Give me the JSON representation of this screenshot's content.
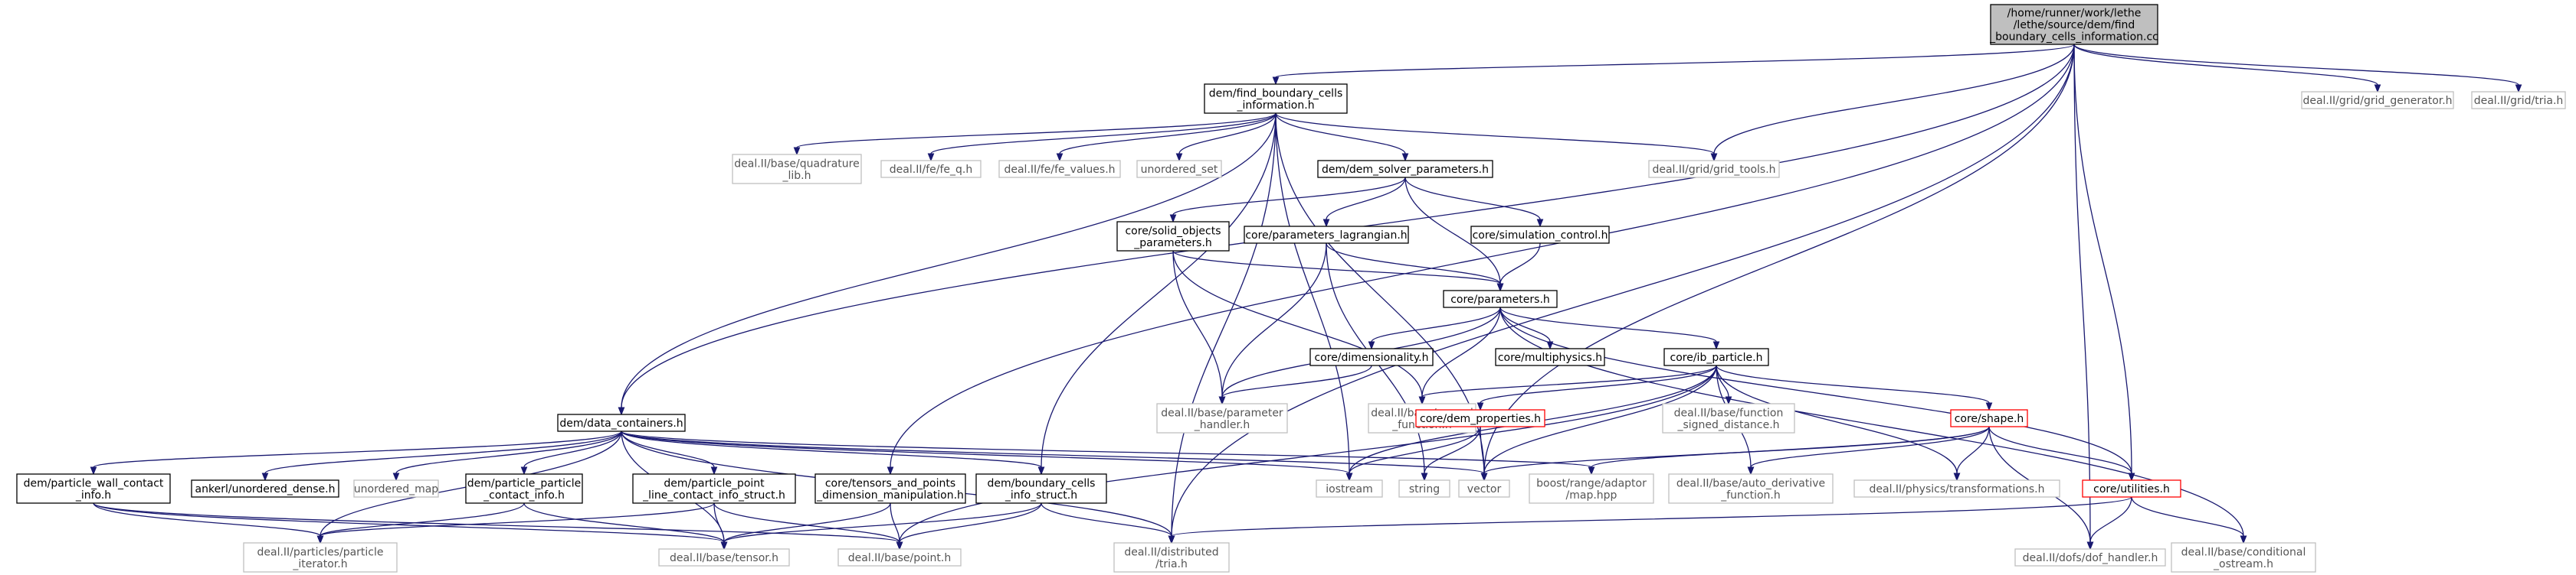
{
  "graph": {
    "root": "find_boundary_cells_information_cc",
    "nodes": [
      {
        "id": "find_boundary_cells_information_cc",
        "lines": [
          "/home/runner/work/lethe",
          "/lethe/source/dem/find",
          "_boundary_cells_information.cc"
        ],
        "kind": "root"
      },
      {
        "id": "dem_find_boundary_cells_information_h",
        "lines": [
          "dem/find_boundary_cells",
          "_information.h"
        ],
        "kind": "documented"
      },
      {
        "id": "deal_grid_grid_generator_h",
        "lines": [
          "deal.II/grid/grid_generator.h"
        ],
        "kind": "external"
      },
      {
        "id": "deal_grid_tria_h",
        "lines": [
          "deal.II/grid/tria.h"
        ],
        "kind": "external"
      },
      {
        "id": "deal_base_quadrature_lib_h",
        "lines": [
          "deal.II/base/quadrature",
          "_lib.h"
        ],
        "kind": "external"
      },
      {
        "id": "deal_fe_fe_q_h",
        "lines": [
          "deal.II/fe/fe_q.h"
        ],
        "kind": "external"
      },
      {
        "id": "deal_fe_fe_values_h",
        "lines": [
          "deal.II/fe/fe_values.h"
        ],
        "kind": "external"
      },
      {
        "id": "unordered_set",
        "lines": [
          "unordered_set"
        ],
        "kind": "external"
      },
      {
        "id": "dem_dem_solver_parameters_h",
        "lines": [
          "dem/dem_solver_parameters.h"
        ],
        "kind": "documented"
      },
      {
        "id": "deal_grid_grid_tools_h",
        "lines": [
          "deal.II/grid/grid_tools.h"
        ],
        "kind": "external"
      },
      {
        "id": "core_solid_objects_parameters_h",
        "lines": [
          "core/solid_objects",
          "_parameters.h"
        ],
        "kind": "documented"
      },
      {
        "id": "core_parameters_lagrangian_h",
        "lines": [
          "core/parameters_lagrangian.h"
        ],
        "kind": "documented"
      },
      {
        "id": "core_simulation_control_h",
        "lines": [
          "core/simulation_control.h"
        ],
        "kind": "documented"
      },
      {
        "id": "core_parameters_h",
        "lines": [
          "core/parameters.h"
        ],
        "kind": "documented"
      },
      {
        "id": "core_dimensionality_h",
        "lines": [
          "core/dimensionality.h"
        ],
        "kind": "documented"
      },
      {
        "id": "core_multiphysics_h",
        "lines": [
          "core/multiphysics.h"
        ],
        "kind": "documented"
      },
      {
        "id": "core_ib_particle_h",
        "lines": [
          "core/ib_particle.h"
        ],
        "kind": "documented"
      },
      {
        "id": "deal_base_parameter_handler_h",
        "lines": [
          "deal.II/base/parameter",
          "_handler.h"
        ],
        "kind": "external"
      },
      {
        "id": "deal_base_parsed_function_h",
        "lines": [
          "deal.II/base/parsed",
          "_function.h"
        ],
        "kind": "external"
      },
      {
        "id": "deal_base_function_signed_distance_h",
        "lines": [
          "deal.II/base/function",
          "_signed_distance.h"
        ],
        "kind": "external"
      },
      {
        "id": "core_dem_properties_h",
        "lines": [
          "core/dem_properties.h"
        ],
        "kind": "red"
      },
      {
        "id": "core_shape_h",
        "lines": [
          "core/shape.h"
        ],
        "kind": "red"
      },
      {
        "id": "dem_data_containers_h",
        "lines": [
          "dem/data_containers.h"
        ],
        "kind": "documented"
      },
      {
        "id": "dem_particle_wall_contact_info_h",
        "lines": [
          "dem/particle_wall_contact",
          "_info.h"
        ],
        "kind": "documented"
      },
      {
        "id": "ankerl_unordered_dense_h",
        "lines": [
          "ankerl/unordered_dense.h"
        ],
        "kind": "documented"
      },
      {
        "id": "unordered_map",
        "lines": [
          "unordered_map"
        ],
        "kind": "external"
      },
      {
        "id": "dem_particle_particle_contact_info_h",
        "lines": [
          "dem/particle_particle",
          "_contact_info.h"
        ],
        "kind": "documented"
      },
      {
        "id": "dem_particle_point_line_contact_info_struct_h",
        "lines": [
          "dem/particle_point",
          "_line_contact_info_struct.h"
        ],
        "kind": "documented"
      },
      {
        "id": "core_tensors_and_points_dimension_manipulation_h",
        "lines": [
          "core/tensors_and_points",
          "_dimension_manipulation.h"
        ],
        "kind": "documented"
      },
      {
        "id": "dem_boundary_cells_info_struct_h",
        "lines": [
          "dem/boundary_cells",
          "_info_struct.h"
        ],
        "kind": "documented"
      },
      {
        "id": "iostream",
        "lines": [
          "iostream"
        ],
        "kind": "external"
      },
      {
        "id": "string",
        "lines": [
          "string"
        ],
        "kind": "external"
      },
      {
        "id": "vector",
        "lines": [
          "vector"
        ],
        "kind": "external"
      },
      {
        "id": "boost_range_adaptor_map_hpp",
        "lines": [
          "boost/range/adaptor",
          "/map.hpp"
        ],
        "kind": "external"
      },
      {
        "id": "deal_base_auto_derivative_function_h",
        "lines": [
          "deal.II/base/auto_derivative",
          "_function.h"
        ],
        "kind": "external"
      },
      {
        "id": "deal_physics_transformations_h",
        "lines": [
          "deal.II/physics/transformations.h"
        ],
        "kind": "external"
      },
      {
        "id": "core_utilities_h",
        "lines": [
          "core/utilities.h"
        ],
        "kind": "red"
      },
      {
        "id": "deal_particles_particle_iterator_h",
        "lines": [
          "deal.II/particles/particle",
          "_iterator.h"
        ],
        "kind": "external"
      },
      {
        "id": "deal_base_tensor_h",
        "lines": [
          "deal.II/base/tensor.h"
        ],
        "kind": "external"
      },
      {
        "id": "deal_base_point_h",
        "lines": [
          "deal.II/base/point.h"
        ],
        "kind": "external"
      },
      {
        "id": "deal_distributed_tria_h",
        "lines": [
          "deal.II/distributed",
          "/tria.h"
        ],
        "kind": "external"
      },
      {
        "id": "deal_dofs_dof_handler_h",
        "lines": [
          "deal.II/dofs/dof_handler.h"
        ],
        "kind": "external"
      },
      {
        "id": "deal_base_conditional_ostream_h",
        "lines": [
          "deal.II/base/conditional",
          "_ostream.h"
        ],
        "kind": "external"
      }
    ],
    "edges": [
      [
        "find_boundary_cells_information_cc",
        "dem_find_boundary_cells_information_h"
      ],
      [
        "find_boundary_cells_information_cc",
        "deal_grid_grid_generator_h"
      ],
      [
        "find_boundary_cells_information_cc",
        "deal_grid_tria_h"
      ],
      [
        "find_boundary_cells_information_cc",
        "deal_grid_grid_tools_h"
      ],
      [
        "find_boundary_cells_information_cc",
        "dem_data_containers_h"
      ],
      [
        "find_boundary_cells_information_cc",
        "core_tensors_and_points_dimension_manipulation_h"
      ],
      [
        "find_boundary_cells_information_cc",
        "vector"
      ],
      [
        "find_boundary_cells_information_cc",
        "deal_distributed_tria_h"
      ],
      [
        "find_boundary_cells_information_cc",
        "deal_dofs_dof_handler_h"
      ],
      [
        "find_boundary_cells_information_cc",
        "core_utilities_h"
      ],
      [
        "dem_find_boundary_cells_information_h",
        "deal_base_quadrature_lib_h"
      ],
      [
        "dem_find_boundary_cells_information_h",
        "deal_fe_fe_q_h"
      ],
      [
        "dem_find_boundary_cells_information_h",
        "deal_fe_fe_values_h"
      ],
      [
        "dem_find_boundary_cells_information_h",
        "unordered_set"
      ],
      [
        "dem_find_boundary_cells_information_h",
        "dem_dem_solver_parameters_h"
      ],
      [
        "dem_find_boundary_cells_information_h",
        "deal_grid_grid_tools_h"
      ],
      [
        "dem_find_boundary_cells_information_h",
        "dem_data_containers_h"
      ],
      [
        "dem_find_boundary_cells_information_h",
        "dem_boundary_cells_info_struct_h"
      ],
      [
        "dem_find_boundary_cells_information_h",
        "deal_distributed_tria_h"
      ],
      [
        "dem_find_boundary_cells_information_h",
        "iostream"
      ],
      [
        "dem_find_boundary_cells_information_h",
        "vector"
      ],
      [
        "dem_dem_solver_parameters_h",
        "core_solid_objects_parameters_h"
      ],
      [
        "dem_dem_solver_parameters_h",
        "core_parameters_lagrangian_h"
      ],
      [
        "dem_dem_solver_parameters_h",
        "core_simulation_control_h"
      ],
      [
        "dem_dem_solver_parameters_h",
        "core_parameters_h"
      ],
      [
        "core_solid_objects_parameters_h",
        "core_parameters_h"
      ],
      [
        "core_solid_objects_parameters_h",
        "deal_base_parameter_handler_h"
      ],
      [
        "core_solid_objects_parameters_h",
        "deal_base_parsed_function_h"
      ],
      [
        "core_parameters_lagrangian_h",
        "core_parameters_h"
      ],
      [
        "core_parameters_lagrangian_h",
        "deal_base_parameter_handler_h"
      ],
      [
        "core_parameters_lagrangian_h",
        "string"
      ],
      [
        "core_simulation_control_h",
        "core_parameters_h"
      ],
      [
        "core_parameters_h",
        "core_dimensionality_h"
      ],
      [
        "core_parameters_h",
        "core_multiphysics_h"
      ],
      [
        "core_parameters_h",
        "core_ib_particle_h"
      ],
      [
        "core_parameters_h",
        "deal_base_parameter_handler_h"
      ],
      [
        "core_parameters_h",
        "deal_base_parsed_function_h"
      ],
      [
        "core_parameters_h",
        "core_utilities_h"
      ],
      [
        "core_parameters_h",
        "deal_base_conditional_ostream_h"
      ],
      [
        "core_dimensionality_h",
        "deal_base_parameter_handler_h"
      ],
      [
        "core_ib_particle_h",
        "deal_base_parsed_function_h"
      ],
      [
        "core_ib_particle_h",
        "deal_base_function_signed_distance_h"
      ],
      [
        "core_ib_particle_h",
        "core_dem_properties_h"
      ],
      [
        "core_ib_particle_h",
        "core_shape_h"
      ],
      [
        "core_ib_particle_h",
        "deal_base_auto_derivative_function_h"
      ],
      [
        "core_ib_particle_h",
        "deal_physics_transformations_h"
      ],
      [
        "core_ib_particle_h",
        "iostream"
      ],
      [
        "core_ib_particle_h",
        "vector"
      ],
      [
        "core_ib_particle_h",
        "deal_base_point_h"
      ],
      [
        "core_dem_properties_h",
        "iostream"
      ],
      [
        "core_dem_properties_h",
        "string"
      ],
      [
        "core_dem_properties_h",
        "vector"
      ],
      [
        "core_shape_h",
        "vector"
      ],
      [
        "core_shape_h",
        "boost_range_adaptor_map_hpp"
      ],
      [
        "core_shape_h",
        "deal_base_auto_derivative_function_h"
      ],
      [
        "core_shape_h",
        "deal_physics_transformations_h"
      ],
      [
        "core_shape_h",
        "core_utilities_h"
      ],
      [
        "core_shape_h",
        "deal_dofs_dof_handler_h"
      ],
      [
        "core_utilities_h",
        "deal_dofs_dof_handler_h"
      ],
      [
        "core_utilities_h",
        "deal_base_conditional_ostream_h"
      ],
      [
        "core_utilities_h",
        "deal_distributed_tria_h"
      ],
      [
        "dem_data_containers_h",
        "dem_particle_wall_contact_info_h"
      ],
      [
        "dem_data_containers_h",
        "ankerl_unordered_dense_h"
      ],
      [
        "dem_data_containers_h",
        "unordered_map"
      ],
      [
        "dem_data_containers_h",
        "dem_particle_particle_contact_info_h"
      ],
      [
        "dem_data_containers_h",
        "dem_particle_point_line_contact_info_struct_h"
      ],
      [
        "dem_data_containers_h",
        "dem_boundary_cells_info_struct_h"
      ],
      [
        "dem_data_containers_h",
        "iostream"
      ],
      [
        "dem_data_containers_h",
        "vector"
      ],
      [
        "dem_data_containers_h",
        "boost_range_adaptor_map_hpp"
      ],
      [
        "dem_data_containers_h",
        "deal_particles_particle_iterator_h"
      ],
      [
        "dem_data_containers_h",
        "deal_base_tensor_h"
      ],
      [
        "dem_data_containers_h",
        "deal_distributed_tria_h"
      ],
      [
        "dem_particle_wall_contact_info_h",
        "deal_particles_particle_iterator_h"
      ],
      [
        "dem_particle_wall_contact_info_h",
        "deal_base_tensor_h"
      ],
      [
        "dem_particle_wall_contact_info_h",
        "deal_base_point_h"
      ],
      [
        "dem_particle_particle_contact_info_h",
        "deal_particles_particle_iterator_h"
      ],
      [
        "dem_particle_particle_contact_info_h",
        "deal_base_tensor_h"
      ],
      [
        "dem_particle_point_line_contact_info_struct_h",
        "deal_particles_particle_iterator_h"
      ],
      [
        "dem_particle_point_line_contact_info_struct_h",
        "deal_base_tensor_h"
      ],
      [
        "dem_particle_point_line_contact_info_struct_h",
        "deal_base_point_h"
      ],
      [
        "core_tensors_and_points_dimension_manipulation_h",
        "deal_base_tensor_h"
      ],
      [
        "core_tensors_and_points_dimension_manipulation_h",
        "deal_base_point_h"
      ],
      [
        "dem_boundary_cells_info_struct_h",
        "deal_base_tensor_h"
      ],
      [
        "dem_boundary_cells_info_struct_h",
        "deal_base_point_h"
      ],
      [
        "dem_boundary_cells_info_struct_h",
        "deal_distributed_tria_h"
      ]
    ]
  },
  "colors": {
    "edge": "#191970",
    "documented_border": "#000000",
    "external_border": "#bfbfbf",
    "red_border": "#ff0000",
    "root_fill": "#bfbfbf",
    "node_fill": "#ffffff",
    "documented_text": "#000000",
    "external_text": "#555555"
  }
}
